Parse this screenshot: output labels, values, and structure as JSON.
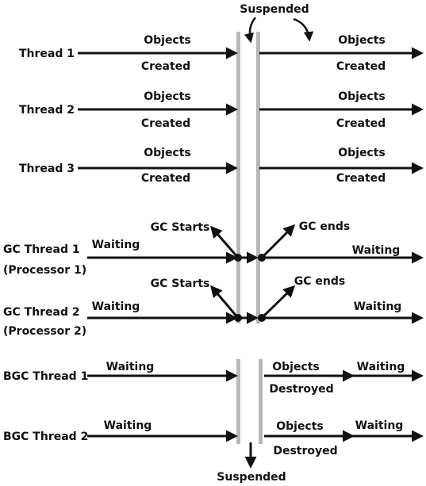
{
  "suspended_top": "Suspended",
  "suspended_bottom": "Suspended",
  "rows": [
    {
      "label": "Thread 1",
      "left_top": "Objects",
      "left_bottom": "Created",
      "right_top": "Objects",
      "right_bottom": "Created"
    },
    {
      "label": "Thread 2",
      "left_top": "Objects",
      "left_bottom": "Created",
      "right_top": "Objects",
      "right_bottom": "Created"
    },
    {
      "label": "Thread 3",
      "left_top": "Objects",
      "left_bottom": "Created",
      "right_top": "Objects",
      "right_bottom": "Created"
    }
  ],
  "gc_rows": [
    {
      "label_line1": "GC Thread 1",
      "label_line2": "(Processor 1)",
      "left": "Waiting",
      "start": "GC Starts",
      "end": "GC ends",
      "right": "Waiting"
    },
    {
      "label_line1": "GC Thread 2",
      "label_line2": "(Processor 2)",
      "left": "Waiting",
      "start": "GC Starts",
      "end": "GC ends",
      "right": "Waiting"
    }
  ],
  "bgc_rows": [
    {
      "label": "BGC Thread 1",
      "left": "Waiting",
      "mid_top": "Objects",
      "mid_bottom": "Destroyed",
      "right": "Waiting"
    },
    {
      "label": "BGC Thread 2",
      "left": "Waiting",
      "mid_top": "Objects",
      "mid_bottom": "Destroyed",
      "right": "Waiting"
    }
  ],
  "colors": {
    "line": "#111111",
    "bar": "#b8b8b8",
    "background": "#ffffff"
  }
}
